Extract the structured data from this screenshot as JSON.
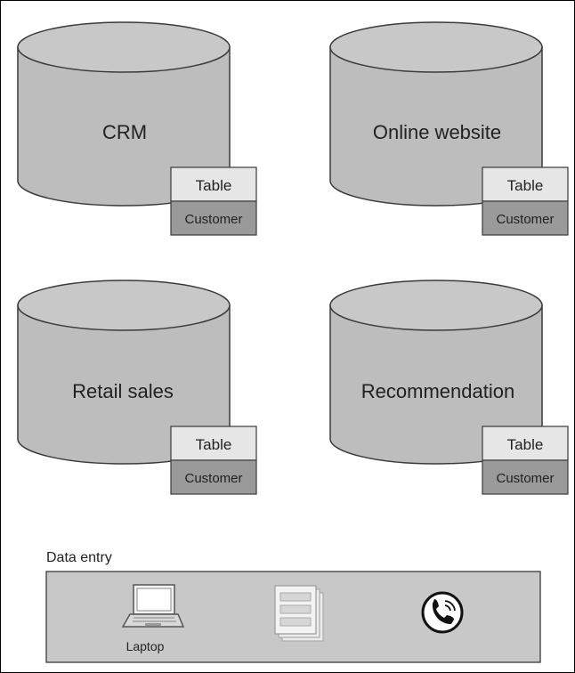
{
  "databases": [
    {
      "name": "CRM",
      "table_header": "Table",
      "table_row": "Customer"
    },
    {
      "name": "Online website",
      "table_header": "Table",
      "table_row": "Customer"
    },
    {
      "name": "Retail sales",
      "table_header": "Table",
      "table_row": "Customer"
    },
    {
      "name": "Recommendation",
      "table_header": "Table",
      "table_row": "Customer"
    }
  ],
  "data_entry": {
    "label": "Data entry",
    "items": [
      {
        "icon": "laptop-icon",
        "label": "Laptop"
      },
      {
        "icon": "documents-icon"
      },
      {
        "icon": "phone-icon"
      }
    ]
  }
}
